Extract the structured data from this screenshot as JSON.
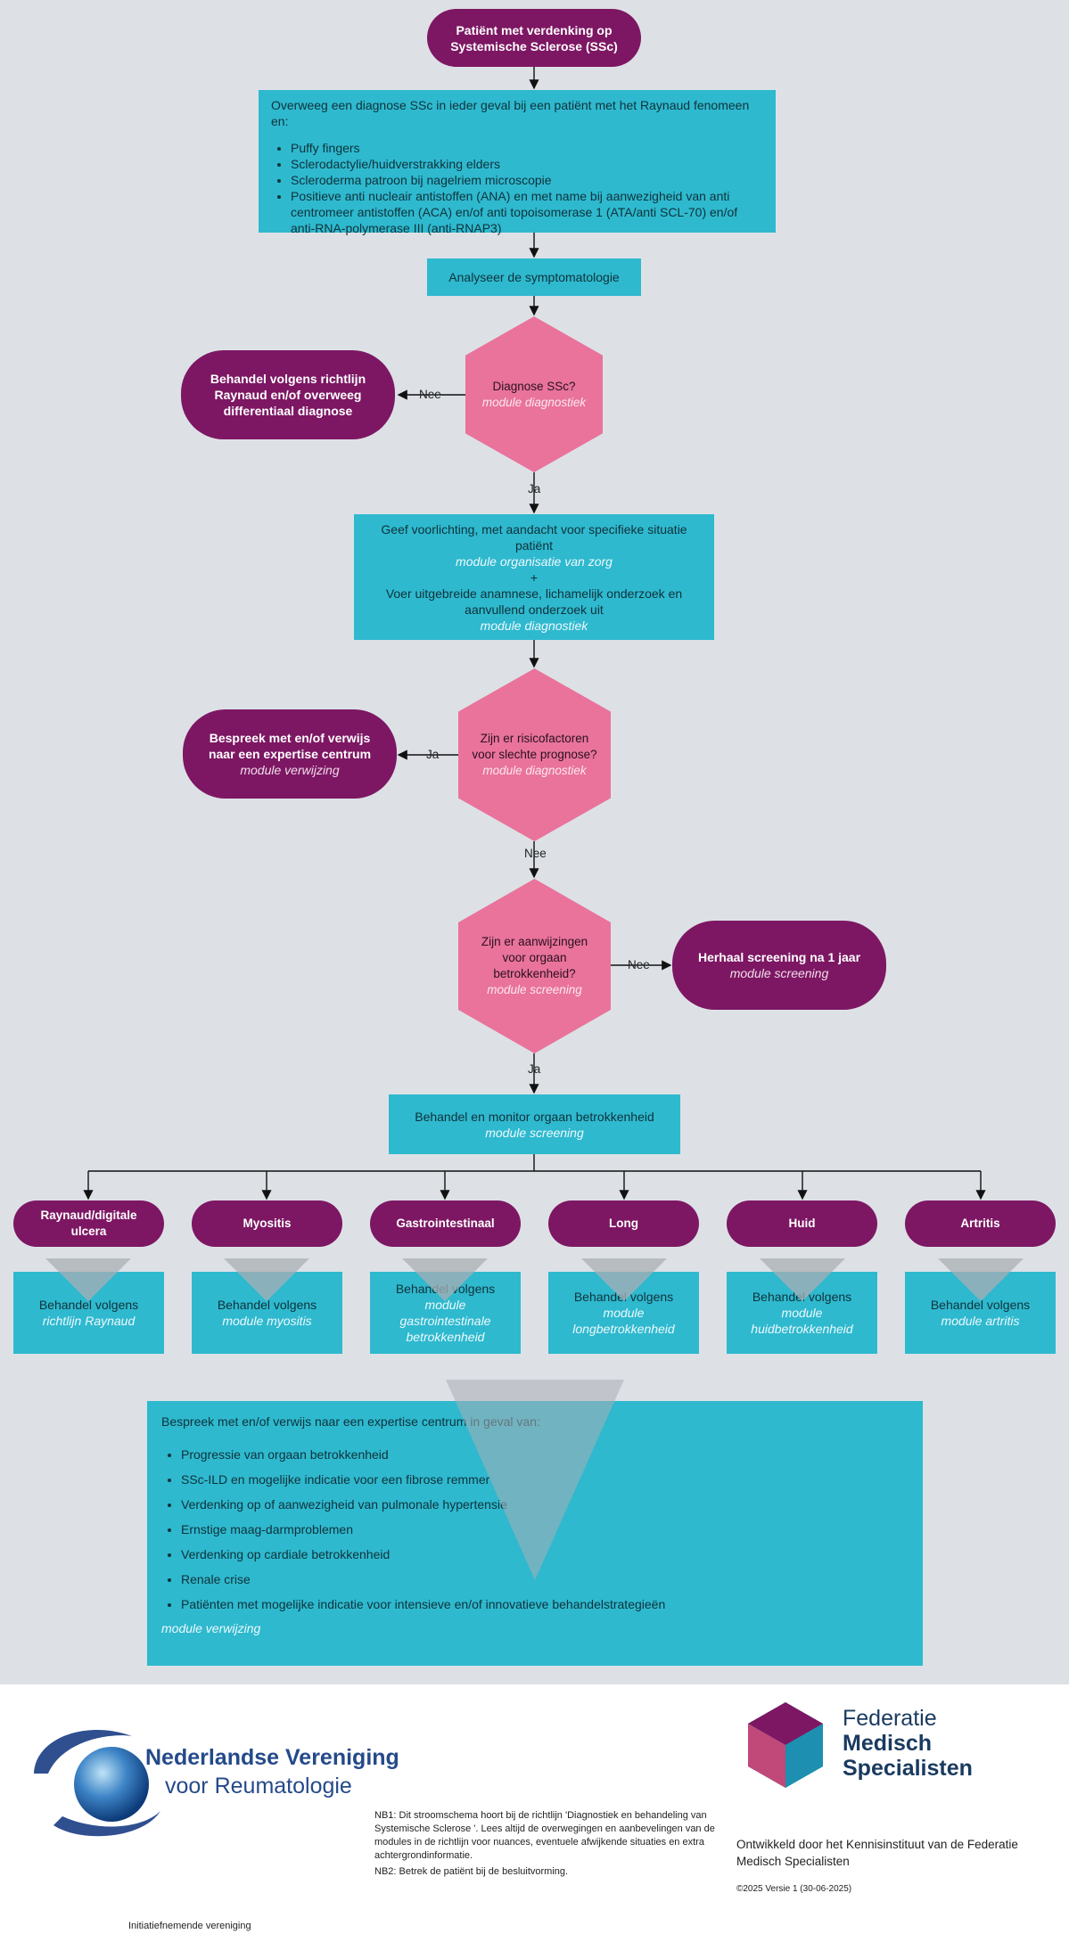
{
  "start": {
    "text": "Patiënt met verdenking op Systemische Sclerose (SSc)"
  },
  "consider": {
    "intro": "Overweeg een diagnose SSc in ieder geval bij een patiënt met het Raynaud fenomeen en:",
    "items": [
      "Puffy fingers",
      "Sclerodactylie/huidverstrakking elders",
      "Scleroderma patroon bij nagelriem microscopie",
      "Positieve anti nucleair antistoffen (ANA) en met name bij aanwezigheid van anti centromeer antistoffen (ACA) en/of anti topoisomerase 1 (ATA/anti SCL-70) en/of anti-RNA-polymerase III (anti-RNAP3)"
    ]
  },
  "analyse": {
    "text": "Analyseer de symptomatologie"
  },
  "dec1": {
    "title": "Diagnose SSc?",
    "module": "module diagnostiek",
    "no_label": "Nee",
    "yes_label": "Ja"
  },
  "raynaud_out": {
    "text": "Behandel volgens richtlijn Raynaud en/of overweeg differentiaal diagnose"
  },
  "info": {
    "line1": "Geef voorlichting, met aandacht voor specifieke situatie patiënt",
    "module1": "module organisatie van zorg",
    "plus": "+",
    "line2": "Voer uitgebreide anamnese, lichamelijk onderzoek en aanvullend  onderzoek uit",
    "module2": "module diagnostiek"
  },
  "dec2": {
    "title": "Zijn er risicofactoren voor slechte prognose?",
    "module": "module diagnostiek",
    "yes_label": "Ja",
    "no_label": "Nee"
  },
  "expert_out": {
    "title": "Bespreek met en/of verwijs naar een expertise centrum",
    "module": "module verwijzing"
  },
  "dec3": {
    "title": "Zijn er aanwijzingen voor orgaan betrokkenheid?",
    "module": "module screening",
    "no_label": "Nee",
    "yes_label": "Ja"
  },
  "repeat_out": {
    "title": "Herhaal screening na 1 jaar",
    "module": "module screening"
  },
  "treat": {
    "title": "Behandel en monitor orgaan betrokkenheid",
    "module": "module screening"
  },
  "organs": [
    {
      "name": "Raynaud/digitale ulcera",
      "treat": "Behandel volgens",
      "module": "richtlijn Raynaud"
    },
    {
      "name": "Myositis",
      "treat": "Behandel volgens",
      "module": "module myositis"
    },
    {
      "name": "Gastrointestinaal",
      "treat": "Behandel volgens",
      "module": "module gastrointestinale betrokkenheid"
    },
    {
      "name": "Long",
      "treat": "Behandel volgens",
      "module": "module longbetrokkenheid"
    },
    {
      "name": "Huid",
      "treat": "Behandel volgens",
      "module": "module huidbetrokkenheid"
    },
    {
      "name": "Artritis",
      "treat": "Behandel volgens",
      "module": "module artritis"
    }
  ],
  "final": {
    "intro": "Bespreek met en/of verwijs naar een expertise centrum in geval van:",
    "items": [
      "Progressie van orgaan betrokkenheid",
      "SSc-ILD en mogelijke indicatie voor een fibrose remmer",
      "Verdenking op of aanwezigheid van pulmonale hypertensie",
      "Ernstige maag-darmproblemen",
      "Verdenking op cardiale betrokkenheid",
      "Renale crise",
      "Patiënten met mogelijke indicatie voor intensieve en/of innovatieve behandelstrategieën"
    ],
    "module": "module verwijzing"
  },
  "footer": {
    "nvr_line1": "Nederlandse Vereniging",
    "nvr_line2": "voor Reumatologie",
    "initiator": "Initiatiefnemende vereniging",
    "fms_line1": "Federatie",
    "fms_line2": "Medisch",
    "fms_line3": "Specialisten",
    "nb1": "NB1: Dit stroomschema hoort bij de richtlijn 'Diagnostiek en behandeling van Systemische Sclerose '. Lees altijd de overwegingen en aanbevelingen van de modules in de richtlijn voor nuances, eventuele afwijkende situaties en extra achtergrondinformatie.",
    "nb2": "NB2: Betrek de patiënt bij de besluitvorming.",
    "developed": "Ontwikkeld door het Kennisinstituut van de Federatie Medisch Specialisten",
    "version": "©2025 Versie 1 (30-06-2025)"
  },
  "colors": {
    "pill": "#7d1763",
    "box": "#2eb9cf",
    "decision": "#e9739b",
    "background": "#dde1e6"
  }
}
